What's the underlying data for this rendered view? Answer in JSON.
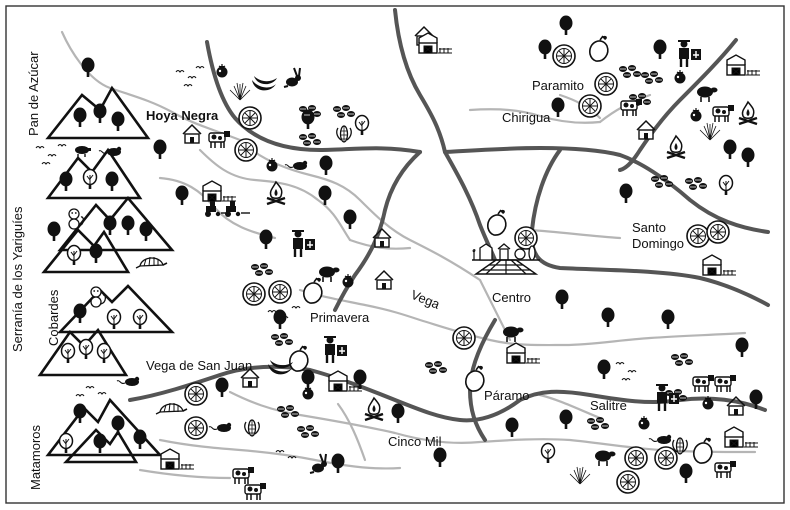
{
  "map": {
    "colors": {
      "ink": "#111111",
      "road": "#555555",
      "river": "#b5b5b5",
      "frame": "#333333",
      "background": "#ffffff"
    },
    "side_labels": {
      "pan_de_azucar": "Pan de Azúcar",
      "serrania": "Serranía de los Yariguíes",
      "cobardes": "Cobardes",
      "matamoros": "Matamoros"
    },
    "places": {
      "hoya_negra": "Hoya Negra",
      "paramito": "Paramito",
      "chirigua": "Chirigua",
      "santo_domingo_1": "Santo",
      "santo_domingo_2": "Domingo",
      "centro": "Centro",
      "vega": "Vega",
      "primavera": "Primavera",
      "vega_de_san_juan": "Vega de San Juan",
      "paramo": "Páramo",
      "salitre": "Salitre",
      "cinco_mil": "Cinco Mil"
    },
    "icon_types": [
      "mountain-icon",
      "tree-icon",
      "coffee-beans-icon",
      "orange-slice-icon",
      "mango-icon",
      "cow-icon",
      "house-icon",
      "barn-icon",
      "farmer-icon",
      "fire-icon",
      "bird-icon",
      "rabbit-icon",
      "sheep-icon",
      "mouse-icon",
      "banana-icon",
      "tomato-icon",
      "corn-icon",
      "monkey-icon",
      "armadillo-icon",
      "grass-icon",
      "pig-icon",
      "tractor-icon"
    ]
  }
}
